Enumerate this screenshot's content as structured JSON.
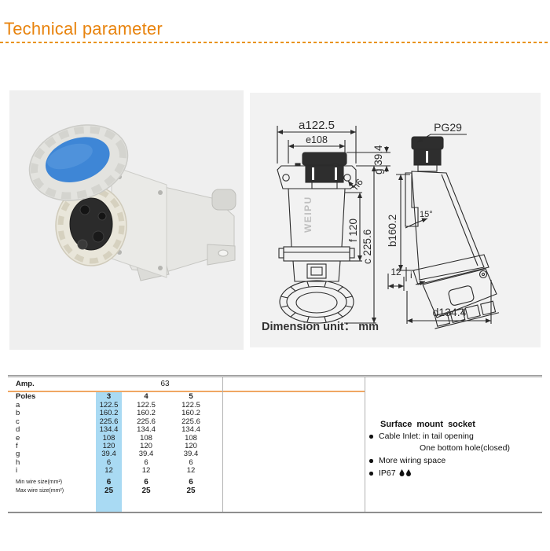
{
  "header": {
    "title": "Technical parameter"
  },
  "drawing": {
    "front": {
      "dim_a": "a122.5",
      "dim_e": "e108",
      "dim_h": "h6",
      "dim_g": "g 39.4",
      "dim_f": "f 120",
      "dim_c": "c 225.6",
      "brand": "WEIPU"
    },
    "side": {
      "gland_label": "PG29",
      "angle": "15°",
      "dim_b": "b160.2",
      "dim_12": "12",
      "dim_i": "i",
      "dim_d": "d134.4"
    },
    "unit_note": "Dimension unit： mm"
  },
  "table": {
    "amp_label": "Amp.",
    "amp_value": "63",
    "poles_label": "Poles",
    "pole_options": [
      "3",
      "4",
      "5"
    ],
    "rows": [
      {
        "label": "a",
        "values": [
          "122.5",
          "122.5",
          "122.5"
        ]
      },
      {
        "label": "b",
        "values": [
          "160.2",
          "160.2",
          "160.2"
        ]
      },
      {
        "label": "c",
        "values": [
          "225.6",
          "225.6",
          "225.6"
        ]
      },
      {
        "label": "d",
        "values": [
          "134.4",
          "134.4",
          "134.4"
        ]
      },
      {
        "label": "e",
        "values": [
          "108",
          "108",
          "108"
        ]
      },
      {
        "label": "f",
        "values": [
          "120",
          "120",
          "120"
        ]
      },
      {
        "label": "g",
        "values": [
          "39.4",
          "39.4",
          "39.4"
        ]
      },
      {
        "label": "h",
        "values": [
          "6",
          "6",
          "6"
        ]
      },
      {
        "label": "i",
        "values": [
          "12",
          "12",
          "12"
        ]
      }
    ],
    "min_wire": {
      "label": "Min wire size(mm²)",
      "values": [
        "6",
        "6",
        "6"
      ]
    },
    "max_wire": {
      "label": "Max wire size(mm²)",
      "values": [
        "25",
        "25",
        "25"
      ]
    }
  },
  "info": {
    "title": "Surface mount socket",
    "bullet_cable": "Cable Inlet: in tail opening",
    "cable_continuation": "One bottom hole(closed)",
    "bullet_wiring": "More wiring space",
    "bullet_ip": "IP67",
    "ip_icons": "waterproof-drop-icons"
  },
  "colors": {
    "accent_orange": "#E8830D",
    "table_rule_orange": "#F0A763",
    "selected_column_blue": "#A9DAF3",
    "cap_blue": "#3E86D6",
    "panel_gray": "#F2F2F2"
  }
}
